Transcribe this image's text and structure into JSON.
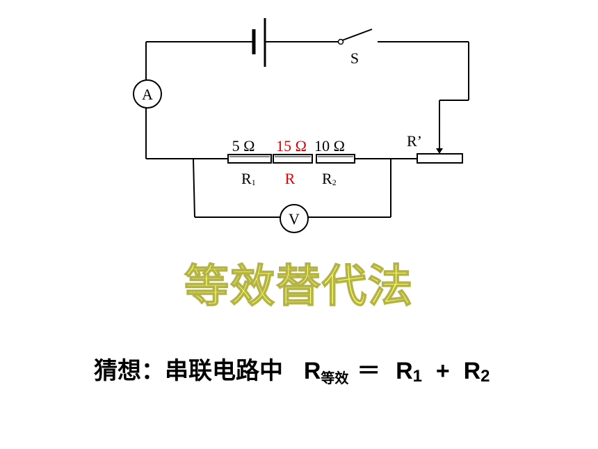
{
  "circuit": {
    "switch_label": "S",
    "ammeter_label": "A",
    "voltmeter_label": "V",
    "rheostat_label": "R’",
    "resistors": [
      {
        "value_label": "5 Ω",
        "name_main": "R",
        "name_sub": "1",
        "color": "#000000"
      },
      {
        "value_label": "15 Ω",
        "name_main": "R",
        "name_sub": "",
        "color": "#e00000"
      },
      {
        "value_label": "10 Ω",
        "name_main": "R",
        "name_sub": "2",
        "color": "#000000"
      }
    ]
  },
  "method_title": "等效替代法",
  "conjecture": {
    "prefix": "猜想：串联电路中",
    "lhs_main": "R",
    "lhs_sub": "等效",
    "equals": "＝",
    "r1_main": "R",
    "r1_sub": "1",
    "plus": "+",
    "r2_main": "R",
    "r2_sub": "2"
  },
  "colors": {
    "title_fill": "#ffff66",
    "highlight_red": "#e00000"
  }
}
